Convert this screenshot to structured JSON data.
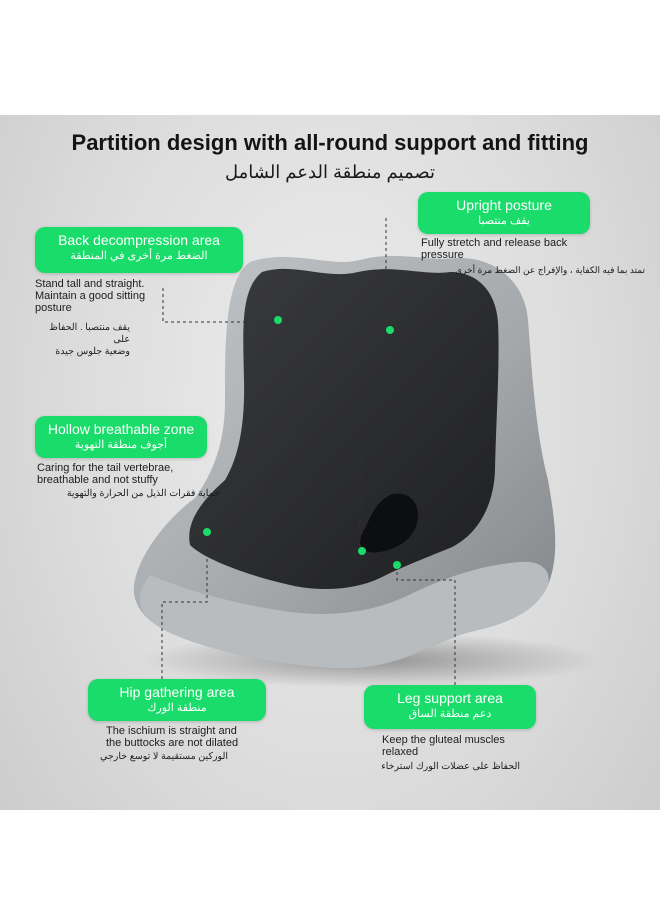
{
  "header": {
    "title": "Partition design with all-round support and fitting",
    "subtitle": "تصميم منطقة الدعم الشامل"
  },
  "callouts": {
    "back_decompression": {
      "title": "Back decompression area",
      "title_ar": "الضغط مرة أخرى في المنطقة",
      "desc": [
        "Stand tall and straight.",
        "Maintain a good sitting",
        "posture"
      ],
      "desc_ar": [
        "يقف منتصبا . الحفاظ على",
        "وضعية جلوس جيدة"
      ]
    },
    "upright_posture": {
      "title": "Upright posture",
      "title_ar": "يقف منتصبا",
      "desc": [
        "Fully stretch and release back",
        "pressure"
      ],
      "desc_ar": "تمتد بما فيه الكفاية ، والإفراج عن الضغط مرة أخرى"
    },
    "hollow_breathable": {
      "title": "Hollow breathable zone",
      "title_ar": "أجوف منطقة التهوية",
      "desc": [
        "Caring for the tail vertebrae,",
        "breathable and not stuffy"
      ],
      "desc_ar": "حماية فقرات الذيل من الحرارة والتهوية"
    },
    "hip_gathering": {
      "title": "Hip gathering area",
      "title_ar": "منطقة الورك",
      "desc": [
        "The ischium is straight and",
        "the buttocks are not dilated"
      ],
      "desc_ar": "الوركين مستقيمة لا توسع خارجي"
    },
    "leg_support": {
      "title": "Leg support area",
      "title_ar": "دعم منطقة الساق",
      "desc": [
        "Keep the gluteal muscles",
        "relaxed"
      ],
      "desc_ar": "الحفاظ على عضلات الورك استرخاء"
    }
  },
  "colors": {
    "accent": "#19dc6a",
    "seat_shell": "#a9adb0",
    "seat_inner": "#2b2c2e",
    "dot": "#19dc6a"
  }
}
